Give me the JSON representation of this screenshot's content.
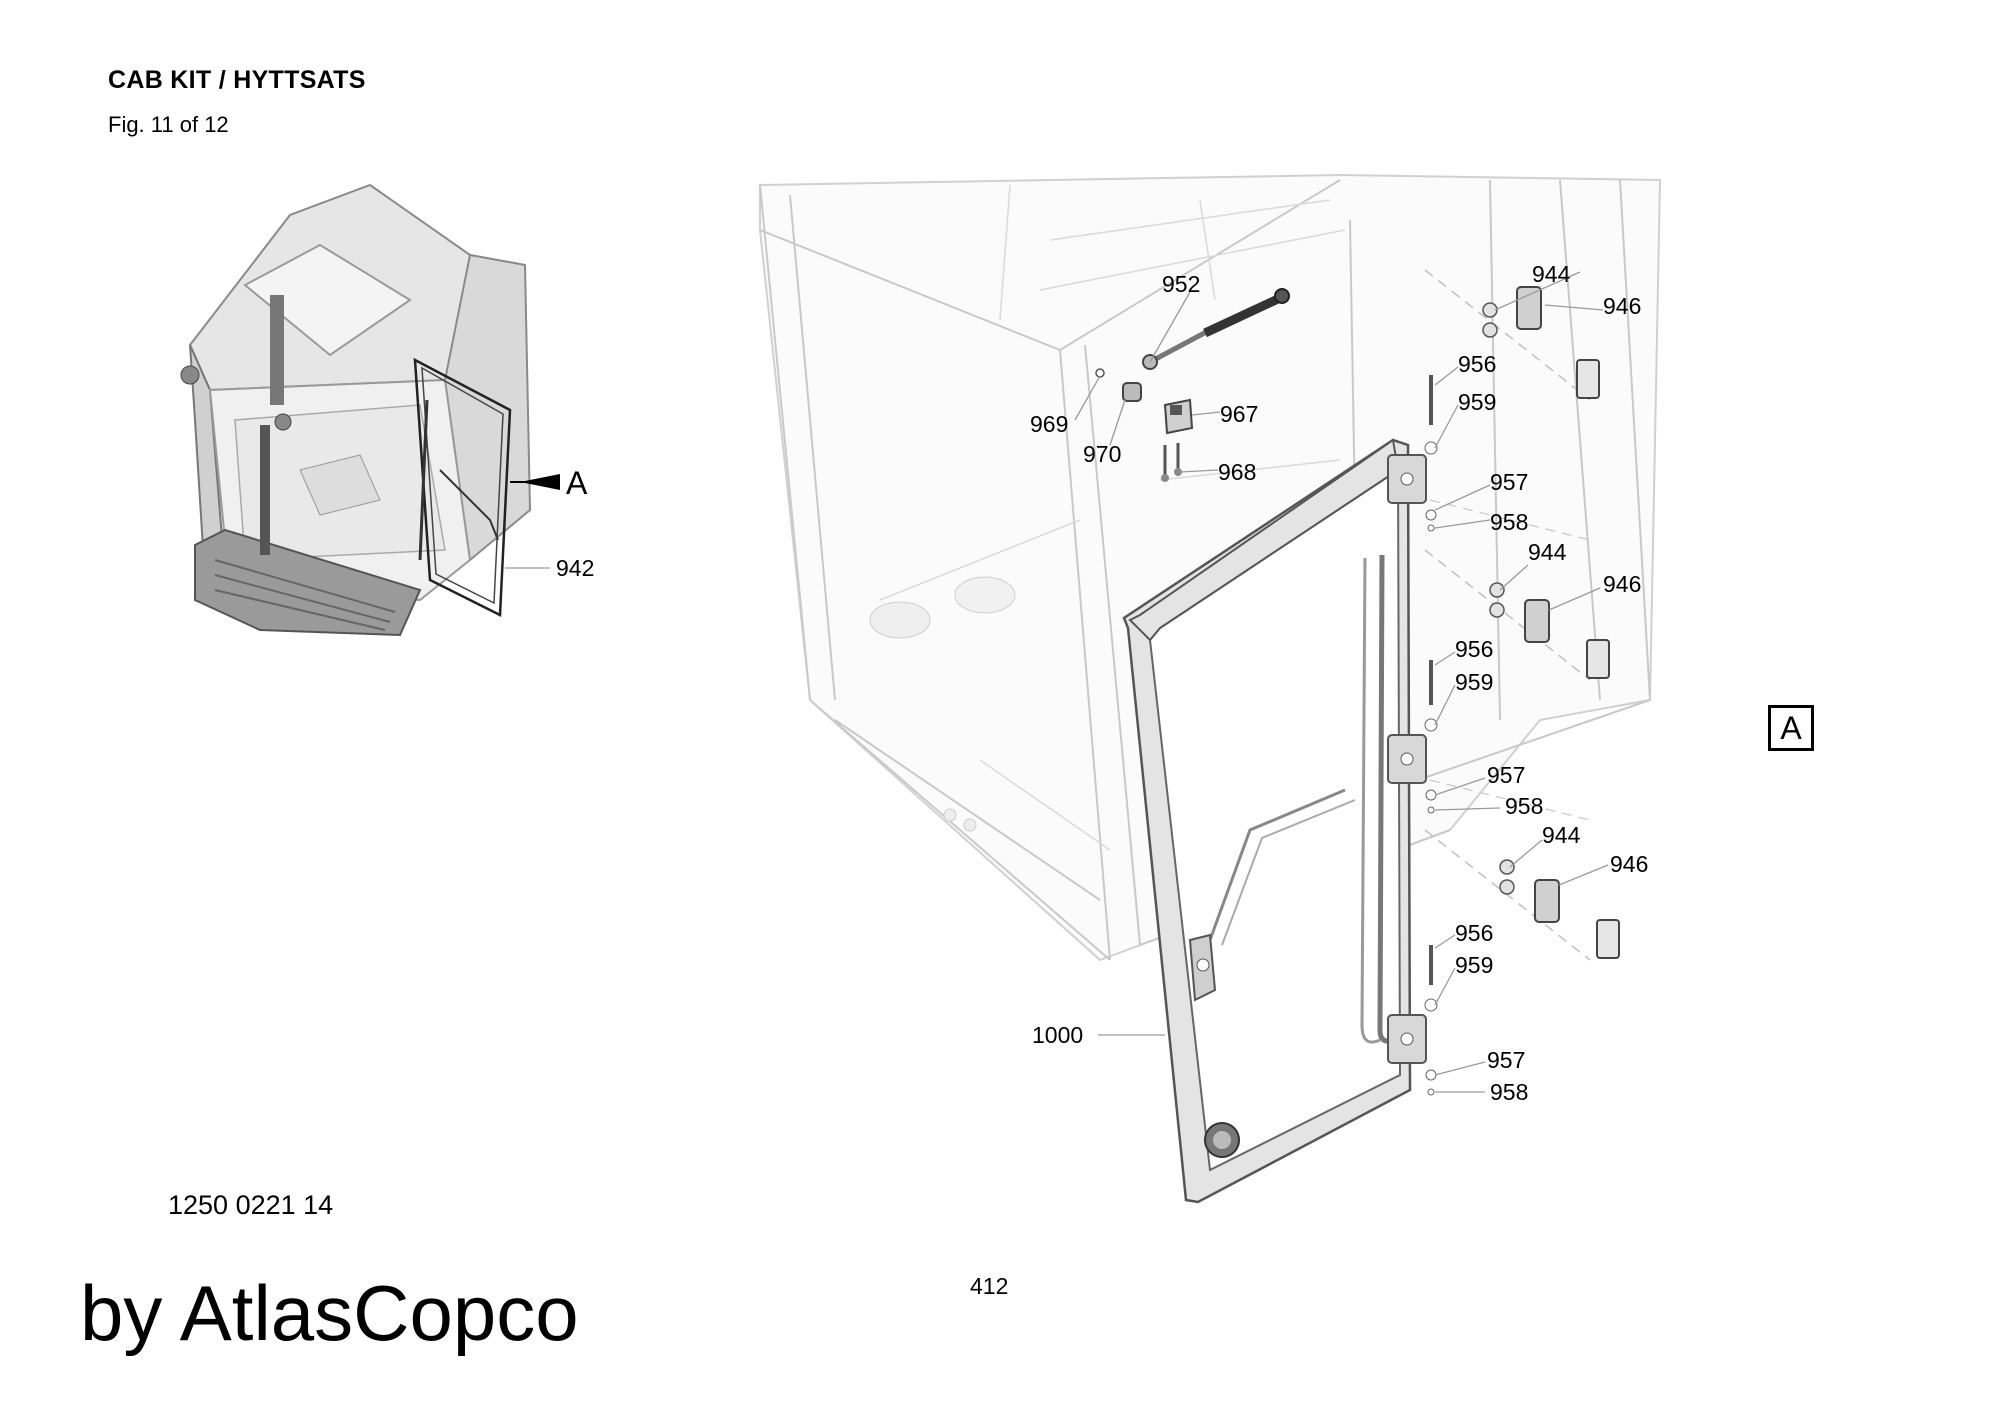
{
  "header": {
    "title": "CAB KIT / HYTTSATS",
    "figure": "Fig. 11 of 12"
  },
  "footer": {
    "part_number": "1250 0221 14",
    "brand": "by AtlasCopco",
    "page_number": "412"
  },
  "view_marker": "A",
  "overview": {
    "pointer_label": "A",
    "callout": "942"
  },
  "callouts": {
    "c952": "952",
    "c944a": "944",
    "c946a": "946",
    "c956a": "956",
    "c959a": "959",
    "c969": "969",
    "c967": "967",
    "c970": "970",
    "c968": "968",
    "c957a": "957",
    "c958a": "958",
    "c944b": "944",
    "c946b": "946",
    "c956b": "956",
    "c959b": "959",
    "c957b": "957",
    "c958b": "958",
    "c944c": "944",
    "c946c": "946",
    "c956c": "956",
    "c959c": "959",
    "c1000": "1000",
    "c957c": "957",
    "c958c": "958"
  }
}
